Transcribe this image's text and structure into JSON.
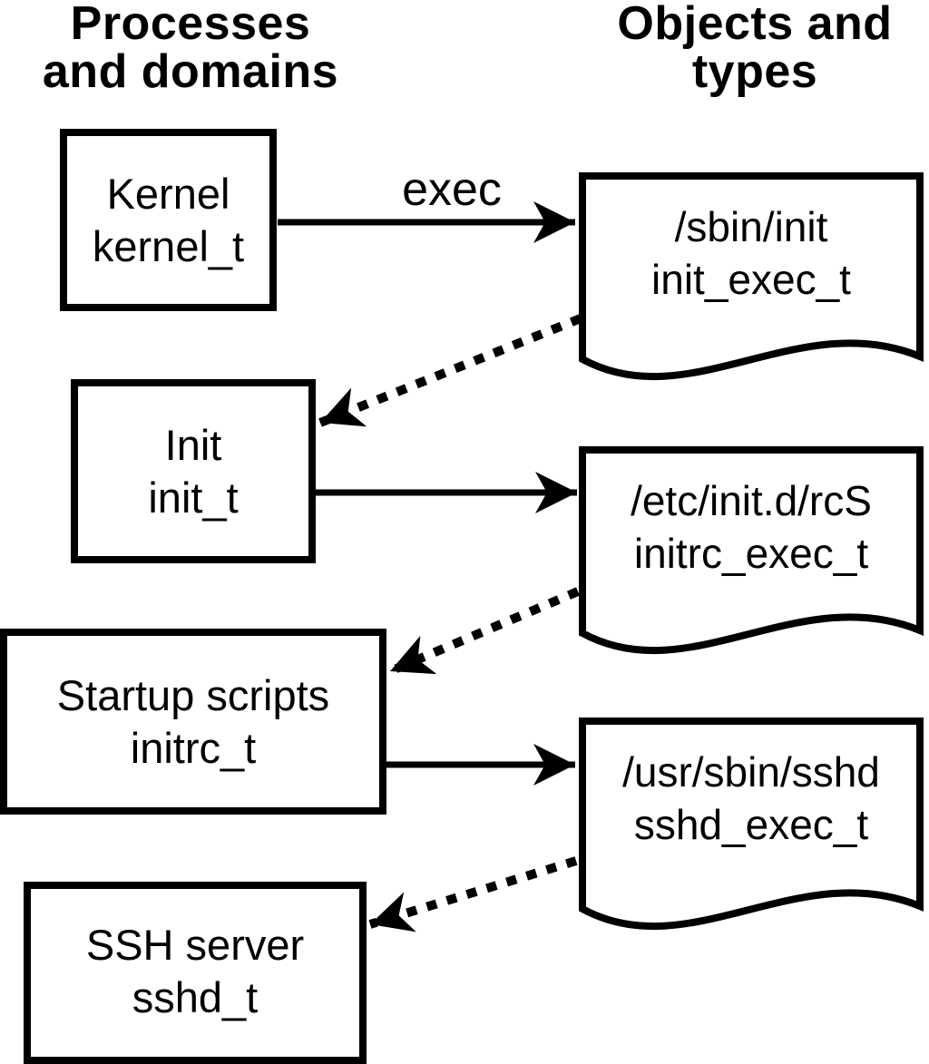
{
  "colors": {
    "foreground": "#000000",
    "background": "#ffffff"
  },
  "headers": {
    "left": {
      "line1": "Processes",
      "line2": "and domains"
    },
    "right": {
      "line1": "Objects and",
      "line2": "types"
    }
  },
  "processes": [
    {
      "name": "Kernel",
      "domain": "kernel_t"
    },
    {
      "name": "Init",
      "domain": "init_t"
    },
    {
      "name": "Startup scripts",
      "domain": "initrc_t"
    },
    {
      "name": "SSH server",
      "domain": "sshd_t"
    }
  ],
  "objects": [
    {
      "path": "/sbin/init",
      "type": "init_exec_t"
    },
    {
      "path": "/etc/init.d/rcS",
      "type": "initrc_exec_t"
    },
    {
      "path": "/usr/sbin/sshd",
      "type": "sshd_exec_t"
    }
  ],
  "edges": [
    {
      "from": "Kernel / kernel_t",
      "to": "/sbin/init",
      "style": "solid",
      "label": "exec"
    },
    {
      "from": "/sbin/init",
      "to": "Init / init_t",
      "style": "dotted",
      "label": ""
    },
    {
      "from": "Init / init_t",
      "to": "/etc/init.d/rcS",
      "style": "solid",
      "label": ""
    },
    {
      "from": "/etc/init.d/rcS",
      "to": "Startup scripts / initrc_t",
      "style": "dotted",
      "label": ""
    },
    {
      "from": "Startup scripts / initrc_t",
      "to": "/usr/sbin/sshd",
      "style": "solid",
      "label": ""
    },
    {
      "from": "/usr/sbin/sshd",
      "to": "SSH server / sshd_t",
      "style": "dotted",
      "label": ""
    }
  ]
}
